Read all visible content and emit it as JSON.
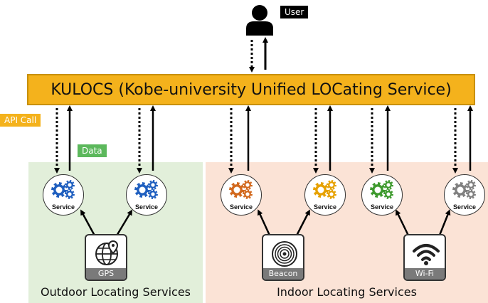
{
  "banner": {
    "title": "KULOCS (Kobe-university Unified LOCating Service)"
  },
  "tags": {
    "user": "User",
    "api_call": "API Call",
    "data": "Data"
  },
  "regions": {
    "outdoor": "Outdoor Locating Services",
    "indoor": "Indoor Locating Services"
  },
  "services": [
    {
      "label": "Service",
      "color": "#1f5fbf"
    },
    {
      "label": "Service",
      "color": "#1f5fbf"
    },
    {
      "label": "Service",
      "color": "#d2691e"
    },
    {
      "label": "Service",
      "color": "#e6a100"
    },
    {
      "label": "Service",
      "color": "#3e9a2e"
    },
    {
      "label": "Service",
      "color": "#808080"
    }
  ],
  "sources": [
    {
      "label": "GPS",
      "icon": "globe-pin-icon"
    },
    {
      "label": "Beacon",
      "icon": "beacon-icon"
    },
    {
      "label": "Wi-Fi",
      "icon": "wifi-icon"
    }
  ],
  "colors": {
    "banner": "#f4b21c",
    "outdoor_bg": "#e2efda",
    "indoor_bg": "#fbe3d6",
    "data_tag": "#5cb85c"
  }
}
